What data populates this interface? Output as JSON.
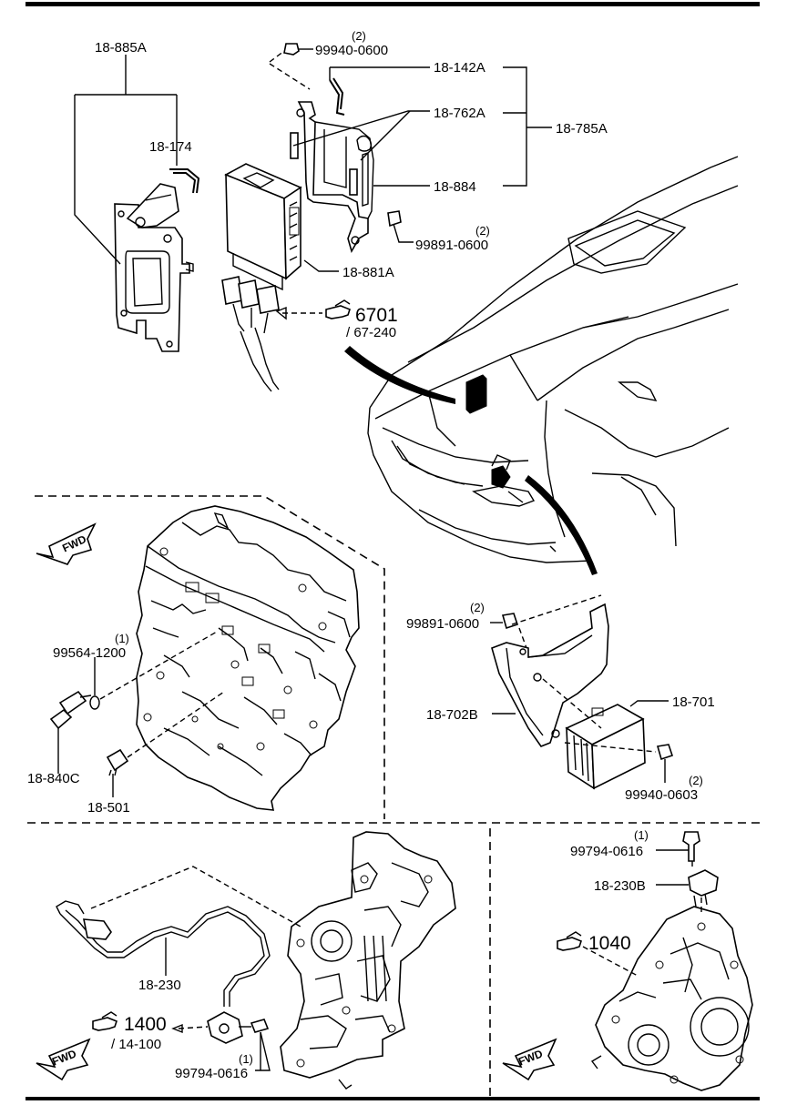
{
  "labels": {
    "p_18_885A": "18-885A",
    "p_18_174": "18-174",
    "p_99940_0600_qty": "(2)",
    "p_99940_0600": "99940-0600",
    "p_18_142A": "18-142A",
    "p_18_762A": "18-762A",
    "p_18_785A": "18-785A",
    "p_18_884": "18-884",
    "p_99891_0600_top_qty": "(2)",
    "p_99891_0600_top": "99891-0600",
    "p_18_881A": "18-881A",
    "ref_6701": "6701",
    "ref_67_240": "/ 67-240",
    "p_99564_1200_qty": "(1)",
    "p_99564_1200": "99564-1200",
    "p_18_840C": "18-840C",
    "p_18_501": "18-501",
    "p_99891_0600_mid_qty": "(2)",
    "p_99891_0600_mid": "99891-0600",
    "p_18_702B": "18-702B",
    "p_18_701": "18-701",
    "p_99940_0603_qty": "(2)",
    "p_99940_0603": "99940-0603",
    "p_99794_0616_right_qty": "(1)",
    "p_99794_0616_right": "99794-0616",
    "p_18_230B": "18-230B",
    "ref_1040": "1040",
    "p_18_230": "18-230",
    "ref_1400": "1400",
    "ref_14_100": "/ 14-100",
    "p_99794_0616_left_qty": "(1)",
    "p_99794_0616_left": "99794-0616",
    "fwd": "FWD"
  },
  "icons": [
    "pointing-hand-icon",
    "fwd-arrow-icon"
  ]
}
